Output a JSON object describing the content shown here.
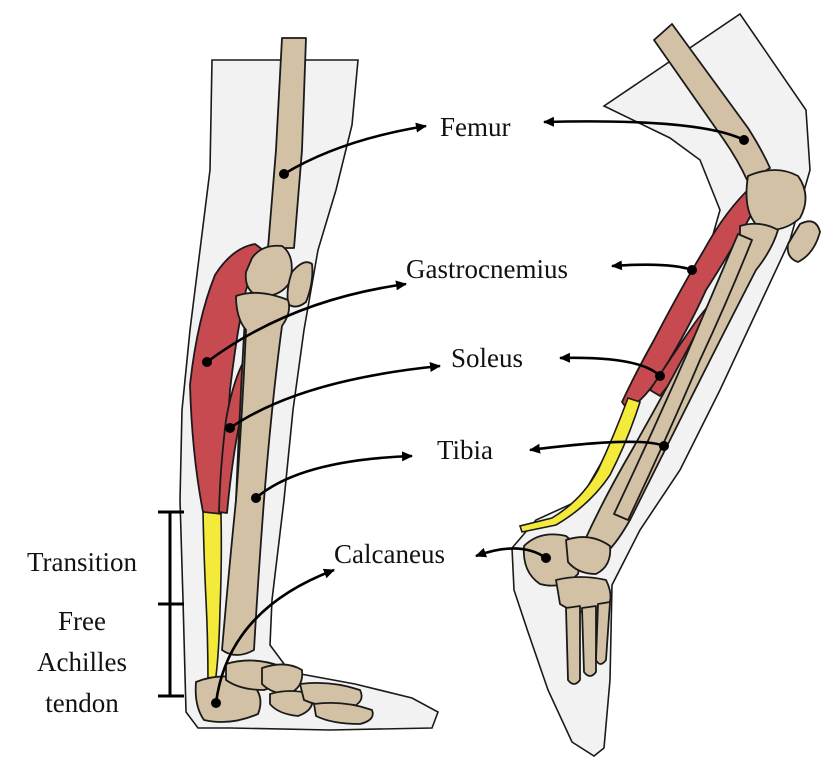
{
  "labels": {
    "femur": "Femur",
    "gastrocnemius": "Gastrocnemius",
    "soleus": "Soleus",
    "tibia": "Tibia",
    "calcaneus": "Calcaneus",
    "transition": "Transition",
    "free_achilles_line1": "Free",
    "free_achilles_line2": "Achilles",
    "free_achilles_line3": "tendon"
  },
  "colors": {
    "bone": "#d2c1a4",
    "muscle": "#c64a4f",
    "tendon": "#f3ea3a",
    "skin": "#f2f2f2",
    "outline": "#1a1a1a"
  }
}
